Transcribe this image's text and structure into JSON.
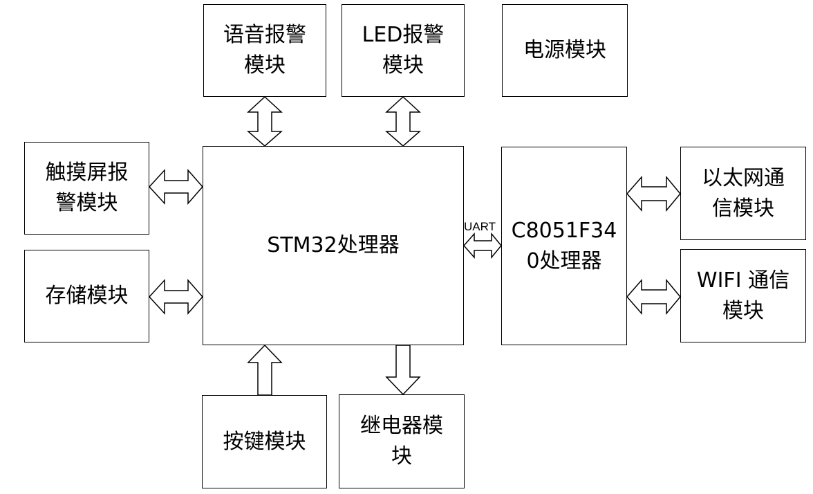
{
  "modules": {
    "voice": [
      "语音报警",
      "模块"
    ],
    "led": [
      "LED报警",
      "模块"
    ],
    "power": [
      "电源模块"
    ],
    "touch": [
      "触摸屏报",
      "警模块"
    ],
    "storage": [
      "存储模块"
    ],
    "stm32": [
      "STM32处理器"
    ],
    "c8051": [
      "C8051F34",
      "0处理器"
    ],
    "eth": [
      "以太网通",
      "信模块"
    ],
    "wifi": [
      "WIFI 通信",
      "模块"
    ],
    "key": [
      "按键模块"
    ],
    "relay": [
      "继电器模",
      "块"
    ]
  },
  "uart_label": "UART"
}
